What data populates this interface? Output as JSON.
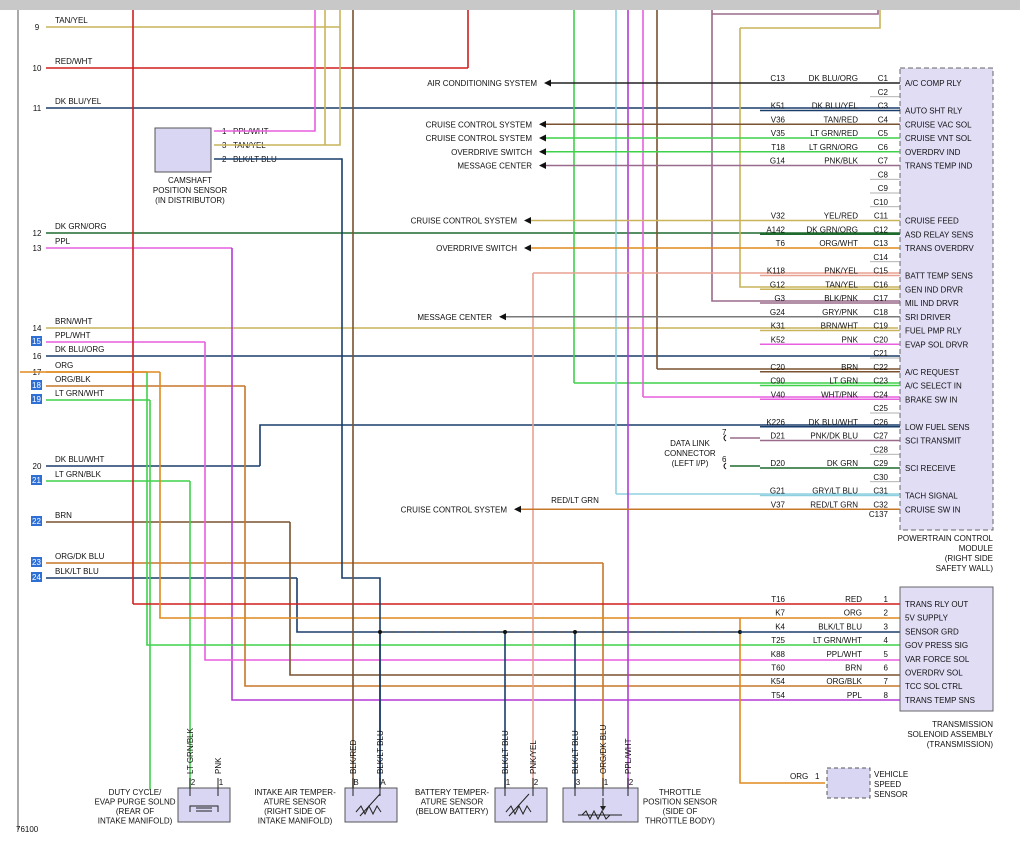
{
  "figure_id": "76100",
  "colors": {
    "red": "#d11f1f",
    "tan": "#c9b45a",
    "pink": "#e85fe0",
    "dkblu": "#1a3d6b",
    "dkgrn": "#1f6b2e",
    "brn": "#7a5230",
    "org": "#e08a1e",
    "ltgrn": "#3fd14a",
    "ltblu": "#8fd0e0",
    "ppl": "#b63ad6",
    "gry": "#7a7a7a",
    "blk": "#222222",
    "salmon": "#e8a090",
    "orgblk": "#c7772a",
    "plum": "#9a6a8c",
    "pcm_fill": "#e0ddf5",
    "sensor_fill": "#d8d6f2",
    "pin_highlight": "#2e6fd6"
  },
  "left_wires": [
    {
      "num": "9",
      "label": "TAN/YEL",
      "color": "tan",
      "highlight": false
    },
    {
      "num": "10",
      "label": "RED/WHT",
      "color": "red",
      "highlight": false
    },
    {
      "num": "11",
      "label": "DK BLU/YEL",
      "color": "dkblu",
      "highlight": false
    },
    {
      "num": "12",
      "label": "DK GRN/ORG",
      "color": "dkgrn",
      "highlight": false
    },
    {
      "num": "13",
      "label": "PPL",
      "color": "pink",
      "highlight": false
    },
    {
      "num": "14",
      "label": "BRN/WHT",
      "color": "tan",
      "highlight": false
    },
    {
      "num": "15",
      "label": "PPL/WHT",
      "color": "pink",
      "highlight": true
    },
    {
      "num": "16",
      "label": "DK BLU/ORG",
      "color": "dkblu",
      "highlight": false
    },
    {
      "num": "17",
      "label": "ORG",
      "color": "org",
      "highlight": false
    },
    {
      "num": "18",
      "label": "ORG/BLK",
      "color": "orgblk",
      "highlight": true
    },
    {
      "num": "19",
      "label": "LT GRN/WHT",
      "color": "ltgrn",
      "highlight": true
    },
    {
      "num": "20",
      "label": "DK BLU/WHT",
      "color": "dkblu",
      "highlight": false
    },
    {
      "num": "21",
      "label": "LT GRN/BLK",
      "color": "ltgrn",
      "highlight": true
    },
    {
      "num": "22",
      "label": "BRN",
      "color": "brn",
      "highlight": true
    },
    {
      "num": "23",
      "label": "ORG/DK BLU",
      "color": "orgblk",
      "highlight": true
    },
    {
      "num": "24",
      "label": "BLK/LT BLU",
      "color": "dkblu",
      "highlight": true
    }
  ],
  "pcm": {
    "pins": [
      {
        "pin": "C1",
        "circuit": "C13",
        "wire": "DK BLU/ORG",
        "func": "A/C COMP RLY",
        "color": "blk"
      },
      {
        "pin": "C2",
        "circuit": "",
        "wire": "",
        "func": "",
        "color": ""
      },
      {
        "pin": "C3",
        "circuit": "K51",
        "wire": "DK BLU/YEL",
        "func": "AUTO SHT RLY",
        "color": "dkblu"
      },
      {
        "pin": "C4",
        "circuit": "V36",
        "wire": "TAN/RED",
        "func": "CRUISE VAC SOL",
        "color": "brn"
      },
      {
        "pin": "C5",
        "circuit": "V35",
        "wire": "LT GRN/RED",
        "func": "CRUISE VNT SOL",
        "color": "ltgrn"
      },
      {
        "pin": "C6",
        "circuit": "T18",
        "wire": "LT GRN/ORG",
        "func": "OVERDRV IND",
        "color": "ltgrn"
      },
      {
        "pin": "C7",
        "circuit": "G14",
        "wire": "PNK/BLK",
        "func": "TRANS TEMP IND",
        "color": "plum"
      },
      {
        "pin": "C8",
        "circuit": "",
        "wire": "",
        "func": "",
        "color": ""
      },
      {
        "pin": "C9",
        "circuit": "",
        "wire": "",
        "func": "",
        "color": ""
      },
      {
        "pin": "C10",
        "circuit": "",
        "wire": "",
        "func": "",
        "color": ""
      },
      {
        "pin": "C11",
        "circuit": "V32",
        "wire": "YEL/RED",
        "func": "CRUISE FEED",
        "color": "tan"
      },
      {
        "pin": "C12",
        "circuit": "A142",
        "wire": "DK GRN/ORG",
        "func": "ASD RELAY SENS",
        "color": "dkgrn"
      },
      {
        "pin": "C13",
        "circuit": "T6",
        "wire": "ORG/WHT",
        "func": "TRANS OVERDRV",
        "color": "org"
      },
      {
        "pin": "C14",
        "circuit": "",
        "wire": "",
        "func": "",
        "color": ""
      },
      {
        "pin": "C15",
        "circuit": "K118",
        "wire": "PNK/YEL",
        "func": "BATT TEMP SENS",
        "color": "salmon"
      },
      {
        "pin": "C16",
        "circuit": "G12",
        "wire": "TAN/YEL",
        "func": "GEN IND DRVR",
        "color": "tan"
      },
      {
        "pin": "C17",
        "circuit": "G3",
        "wire": "BLK/PNK",
        "func": "MIL IND DRVR",
        "color": "plum"
      },
      {
        "pin": "C18",
        "circuit": "G24",
        "wire": "GRY/PNK",
        "func": "SRI DRIVER",
        "color": "gry"
      },
      {
        "pin": "C19",
        "circuit": "K31",
        "wire": "BRN/WHT",
        "func": "FUEL PMP RLY",
        "color": "tan"
      },
      {
        "pin": "C20",
        "circuit": "K52",
        "wire": "PNK",
        "func": "EVAP SOL DRVR",
        "color": "pink"
      },
      {
        "pin": "C21",
        "circuit": "",
        "wire": "",
        "func": "",
        "color": ""
      },
      {
        "pin": "C22",
        "circuit": "C20",
        "wire": "BRN",
        "func": "A/C REQUEST",
        "color": "brn"
      },
      {
        "pin": "C23",
        "circuit": "C90",
        "wire": "LT GRN",
        "func": "A/C SELECT IN",
        "color": "ltgrn"
      },
      {
        "pin": "C24",
        "circuit": "V40",
        "wire": "WHT/PNK",
        "func": "BRAKE SW IN",
        "color": "pink"
      },
      {
        "pin": "C25",
        "circuit": "",
        "wire": "",
        "func": "",
        "color": ""
      },
      {
        "pin": "C26",
        "circuit": "K226",
        "wire": "DK BLU/WHT",
        "func": "LOW FUEL SENS",
        "color": "dkblu"
      },
      {
        "pin": "C27",
        "circuit": "D21",
        "wire": "PNK/DK BLU",
        "func": "SCI TRANSMIT",
        "color": "plum"
      },
      {
        "pin": "C28",
        "circuit": "",
        "wire": "",
        "func": "",
        "color": ""
      },
      {
        "pin": "C29",
        "circuit": "D20",
        "wire": "DK GRN",
        "func": "SCI RECEIVE",
        "color": "dkgrn"
      },
      {
        "pin": "C30",
        "circuit": "",
        "wire": "",
        "func": "",
        "color": ""
      },
      {
        "pin": "C31",
        "circuit": "G21",
        "wire": "GRY/LT BLU",
        "func": "TACH SIGNAL",
        "color": "ltblu"
      },
      {
        "pin": "C32",
        "circuit": "V37",
        "wire": "RED/LT GRN",
        "func": "CRUISE SW IN",
        "color": "orgblk"
      }
    ],
    "connector": "C137",
    "caption": [
      "POWERTRAIN CONTROL",
      "MODULE",
      "(RIGHT SIDE",
      "SAFETY WALL)"
    ]
  },
  "pcm_outputs": [
    {
      "text": "AIR CONDITIONING SYSTEM",
      "pin": "C1"
    },
    {
      "text": "CRUISE CONTROL SYSTEM",
      "pin": "C4"
    },
    {
      "text": "CRUISE CONTROL SYSTEM",
      "pin": "C5"
    },
    {
      "text": "OVERDRIVE SWITCH",
      "pin": "C6"
    },
    {
      "text": "MESSAGE CENTER",
      "pin": "C7"
    },
    {
      "text": "CRUISE CONTROL SYSTEM",
      "pin": "C11"
    },
    {
      "text": "OVERDRIVE SWITCH",
      "pin": "C13"
    },
    {
      "text": "MESSAGE CENTER",
      "pin": "C18"
    },
    {
      "text": "CRUISE CONTROL SYSTEM",
      "pin": "C32"
    }
  ],
  "red_lt_grn_label": "RED/LT GRN",
  "dlc": {
    "caption": [
      "DATA LINK",
      "CONNECTOR",
      "(LEFT I/P)"
    ],
    "pins": [
      "7",
      "6"
    ]
  },
  "tsa": {
    "pins": [
      {
        "pin": "1",
        "circuit": "T16",
        "wire": "RED",
        "func": "TRANS RLY OUT",
        "color": "red"
      },
      {
        "pin": "2",
        "circuit": "K7",
        "wire": "ORG",
        "func": "5V SUPPLY",
        "color": "org"
      },
      {
        "pin": "3",
        "circuit": "K4",
        "wire": "BLK/LT BLU",
        "func": "SENSOR GRD",
        "color": "dkblu"
      },
      {
        "pin": "4",
        "circuit": "T25",
        "wire": "LT GRN/WHT",
        "func": "GOV PRESS SIG",
        "color": "ltgrn"
      },
      {
        "pin": "5",
        "circuit": "K88",
        "wire": "PPL/WHT",
        "func": "VAR FORCE SOL",
        "color": "pink"
      },
      {
        "pin": "6",
        "circuit": "T60",
        "wire": "BRN",
        "func": "OVERDRV SOL",
        "color": "brn"
      },
      {
        "pin": "7",
        "circuit": "K54",
        "wire": "ORG/BLK",
        "func": "TCC SOL CTRL",
        "color": "orgblk"
      },
      {
        "pin": "8",
        "circuit": "T54",
        "wire": "PPL",
        "func": "TRANS TEMP SNS",
        "color": "ppl"
      }
    ],
    "caption": [
      "TRANSMISSION",
      "SOLENOID ASSEMBLY",
      "(TRANSMISSION)"
    ]
  },
  "camshaft": {
    "caption": [
      "CAMSHAFT",
      "POSITION SENSOR",
      "(IN DISTRIBUTOR)"
    ],
    "pins": [
      {
        "pin": "1",
        "wire": "PPL/WHT"
      },
      {
        "pin": "3",
        "wire": "TAN/YEL"
      },
      {
        "pin": "2",
        "wire": "BLK/LT BLU"
      }
    ]
  },
  "bottom_components": [
    {
      "caption": [
        "DUTY CYCLE/",
        "EVAP PURGE SOLND",
        "(REAR OF",
        "INTAKE MANIFOLD)"
      ],
      "wires": [
        "LT GRN/BLK",
        "PNK"
      ],
      "pins": [
        "2",
        "1"
      ]
    },
    {
      "caption": [
        "INTAKE AIR TEMPER-",
        "ATURE SENSOR",
        "(RIGHT SIDE OF",
        "INTAKE MANIFOLD)"
      ],
      "wires": [
        "BLK/RED",
        "BLK/LT BLU"
      ],
      "pins": [
        "B",
        "A"
      ]
    },
    {
      "caption": [
        "BATTERY TEMPER-",
        "ATURE SENSOR",
        "(BELOW BATTERY)"
      ],
      "wires": [
        "BLK/LT BLU",
        "PNK/YEL"
      ],
      "pins": [
        "1",
        "2"
      ]
    },
    {
      "caption": [
        "THROTTLE",
        "POSITION SENSOR",
        "(SIDE OF",
        "THROTTLE BODY)"
      ],
      "wires": [
        "BLK/LT BLU",
        "ORG/DK BLU",
        "PPL/WHT"
      ],
      "pins": [
        "3",
        "1",
        "2"
      ]
    }
  ],
  "vss": {
    "caption": [
      "VEHICLE",
      "SPEED",
      "SENSOR"
    ],
    "wire": "ORG",
    "pin": "1"
  }
}
